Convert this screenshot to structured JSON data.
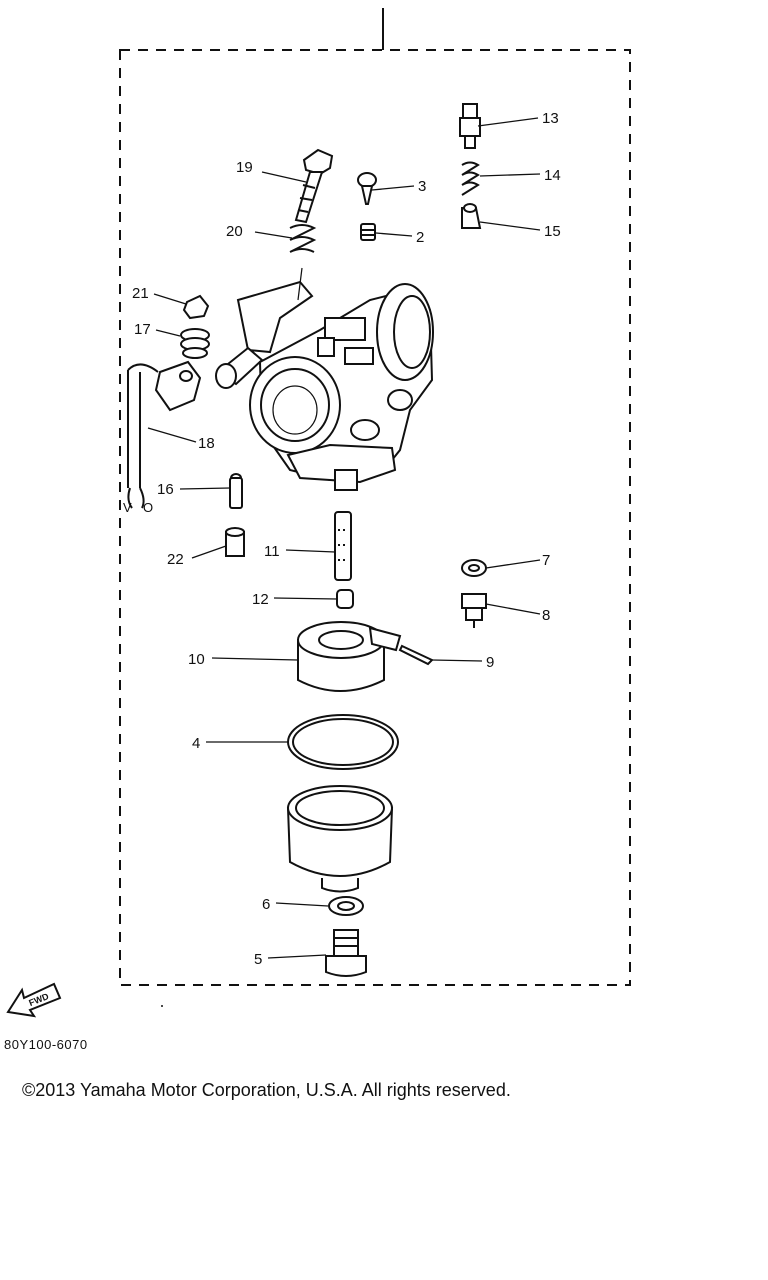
{
  "diagram": {
    "callouts": [
      "2",
      "3",
      "4",
      "5",
      "6",
      "7",
      "8",
      "9",
      "10",
      "11",
      "12",
      "13",
      "14",
      "15",
      "16",
      "17",
      "18",
      "19",
      "20",
      "21",
      "22"
    ],
    "wire_labels": [
      "V",
      "O"
    ],
    "fwd_label": "FWD"
  },
  "footer": {
    "figure_code": "80Y100-6070",
    "copyright": "©2013 Yamaha Motor Corporation, U.S.A. All rights reserved."
  }
}
